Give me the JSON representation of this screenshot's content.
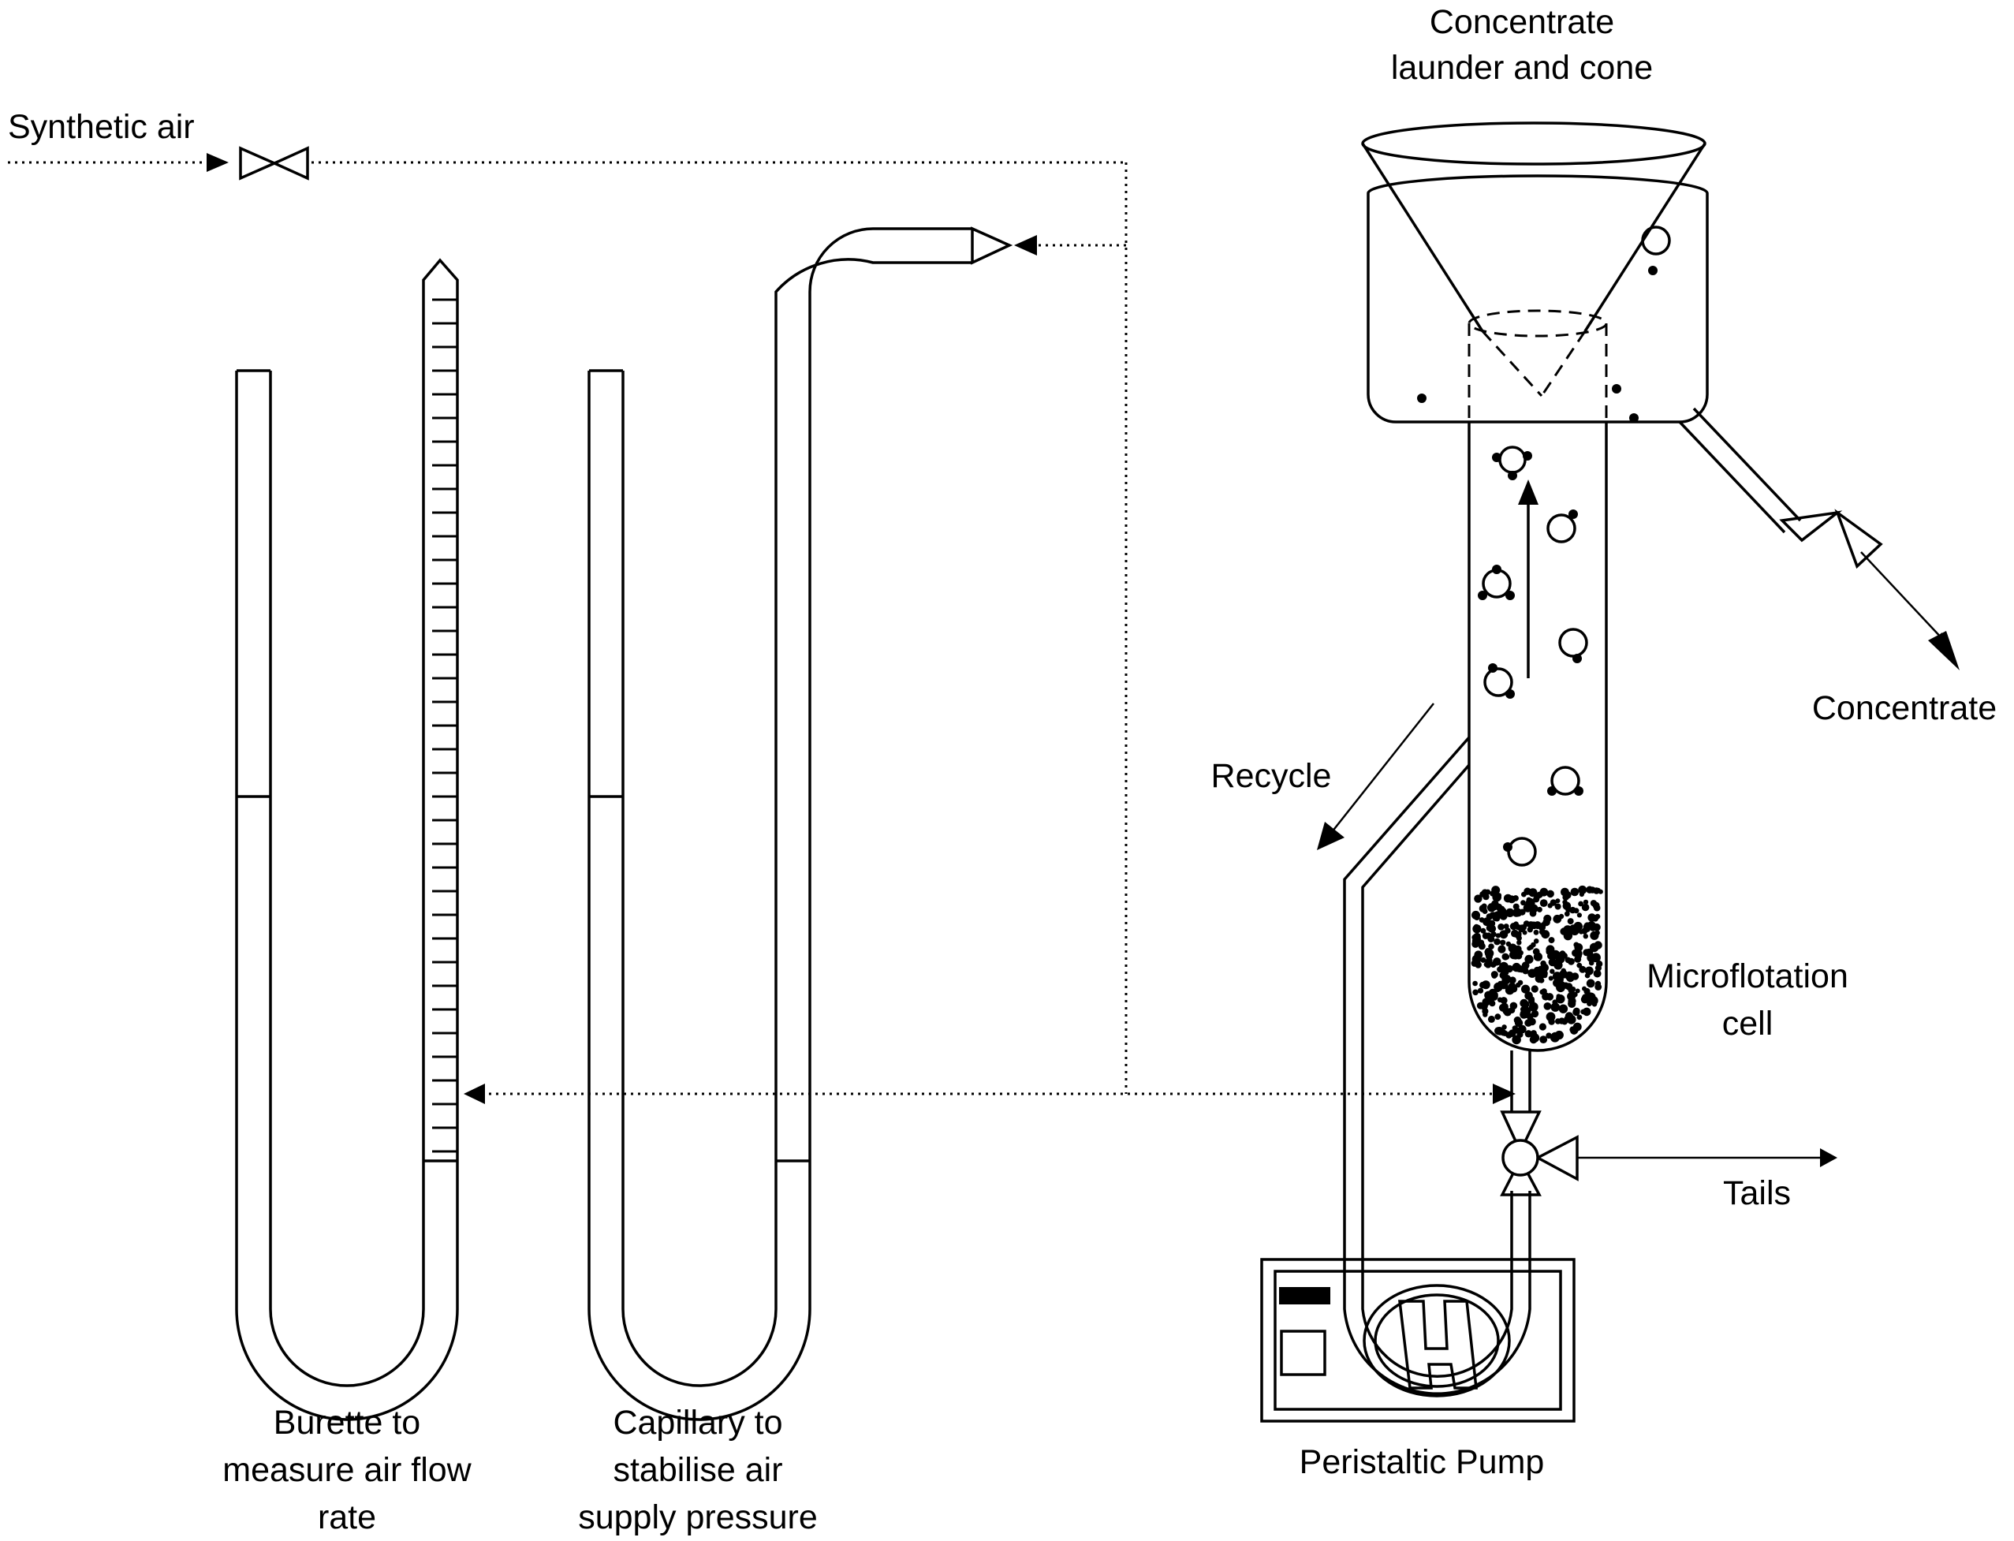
{
  "labels": {
    "synthetic_air": "Synthetic air",
    "launder_line1": "Concentrate",
    "launder_line2": "launder and cone",
    "concentrate": "Concentrate",
    "recycle": "Recycle",
    "cell_line1": "Microflotation",
    "cell_line2": "cell",
    "tails": "Tails",
    "pump": "Peristaltic Pump",
    "burette_line1": "Burette to",
    "burette_line2": "measure air flow",
    "burette_line3": "rate",
    "capillary_line1": "Capillary to",
    "capillary_line2": "stabilise air",
    "capillary_line3": "supply pressure"
  },
  "colors": {
    "stroke": "#000000",
    "background": "#ffffff"
  }
}
